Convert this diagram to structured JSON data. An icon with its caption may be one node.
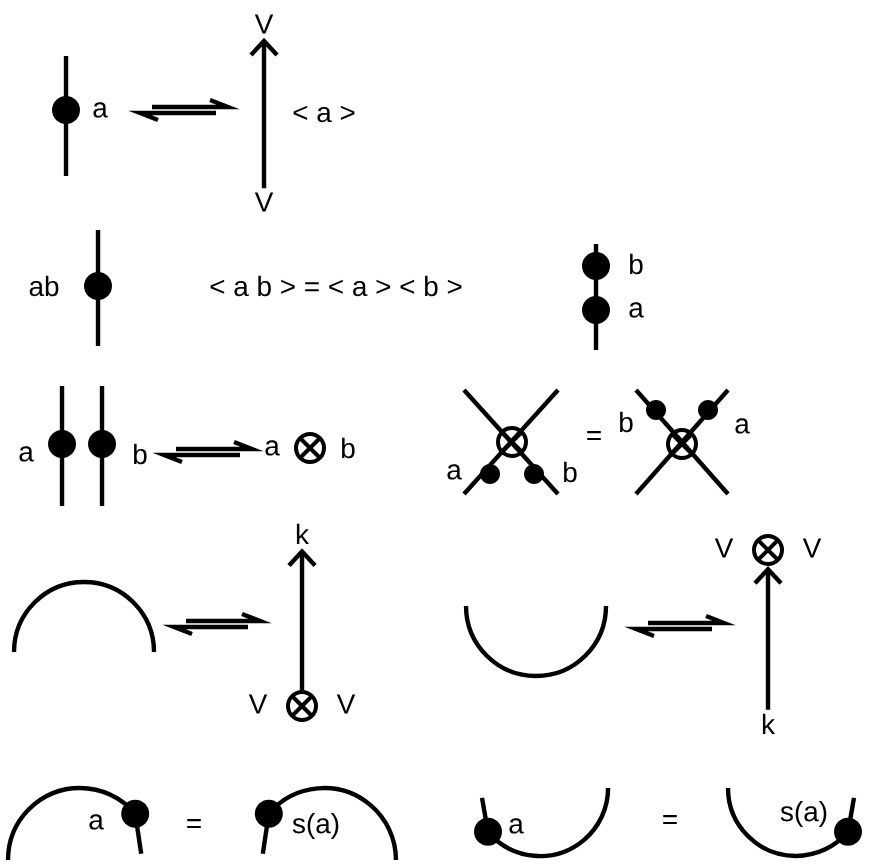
{
  "diagram": {
    "nodes": [
      {
        "text": [
          "V"
        ]
      },
      {
        "text": [
          "V"
        ]
      },
      {
        "text": [
          "k"
        ]
      },
      {
        "text": [],
        "shape": "circle",
        "beside": [
          "V",
          "V"
        ]
      },
      {
        "text": [],
        "shape": "circle",
        "beside": [
          "V",
          "V"
        ]
      },
      {
        "text": [
          "k"
        ]
      }
    ],
    "edges": [
      {
        "from": 1,
        "to": 0,
        "arrow": "to"
      },
      {
        "from": 3,
        "to": 2,
        "arrow": "to"
      },
      {
        "from": 5,
        "to": 4,
        "arrow": "to"
      }
    ],
    "labels": [
      "a",
      "< a >",
      "ab",
      "< a b > = < a > < b >",
      "b",
      "a",
      "a",
      "b",
      "a",
      "b",
      "a",
      "b",
      "=",
      "b",
      "a",
      "a",
      "=",
      "s(a)",
      "a",
      "=",
      "s(a)"
    ]
  }
}
